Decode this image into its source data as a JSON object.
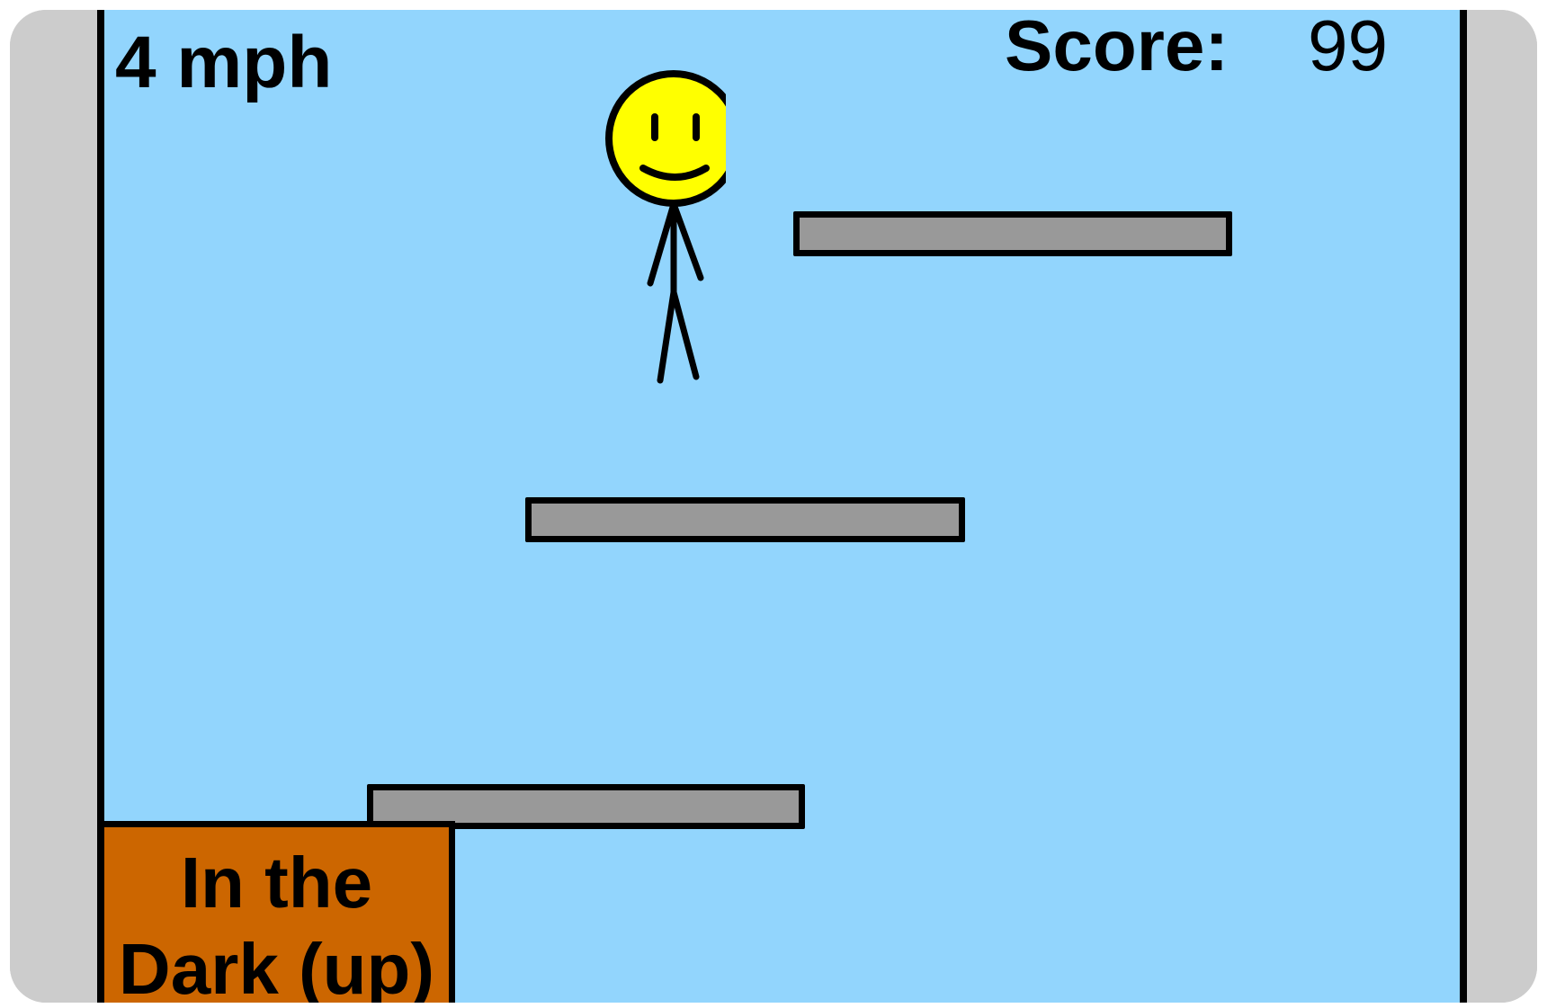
{
  "hud": {
    "speed": "4 mph",
    "score_label": "Score:",
    "score_value": "99"
  },
  "level_button": {
    "line1": "In the",
    "line2": "Dark (up)"
  },
  "colors": {
    "sky": "#92d5fd",
    "side_panel": "#cccccc",
    "platform": "#999999",
    "level_button": "#cc6600",
    "face": "#ffff00"
  },
  "icons": {
    "player": "smiley-stickman-icon"
  }
}
